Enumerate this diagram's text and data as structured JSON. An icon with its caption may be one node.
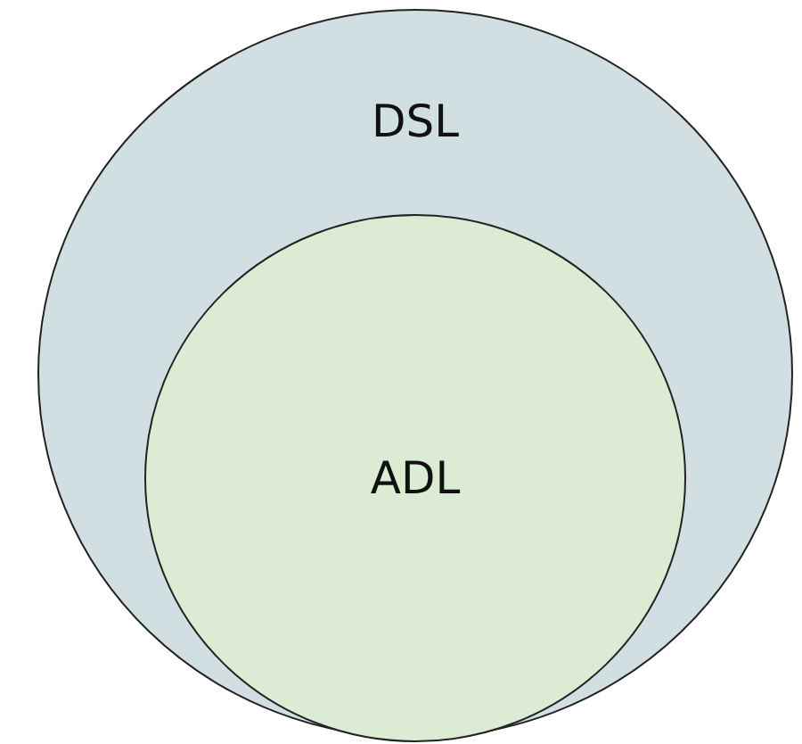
{
  "diagram": {
    "nodes": [
      {
        "text": [
          "DSL"
        ]
      },
      {
        "text": [
          "ADL"
        ],
        "in": 0
      }
    ]
  }
}
